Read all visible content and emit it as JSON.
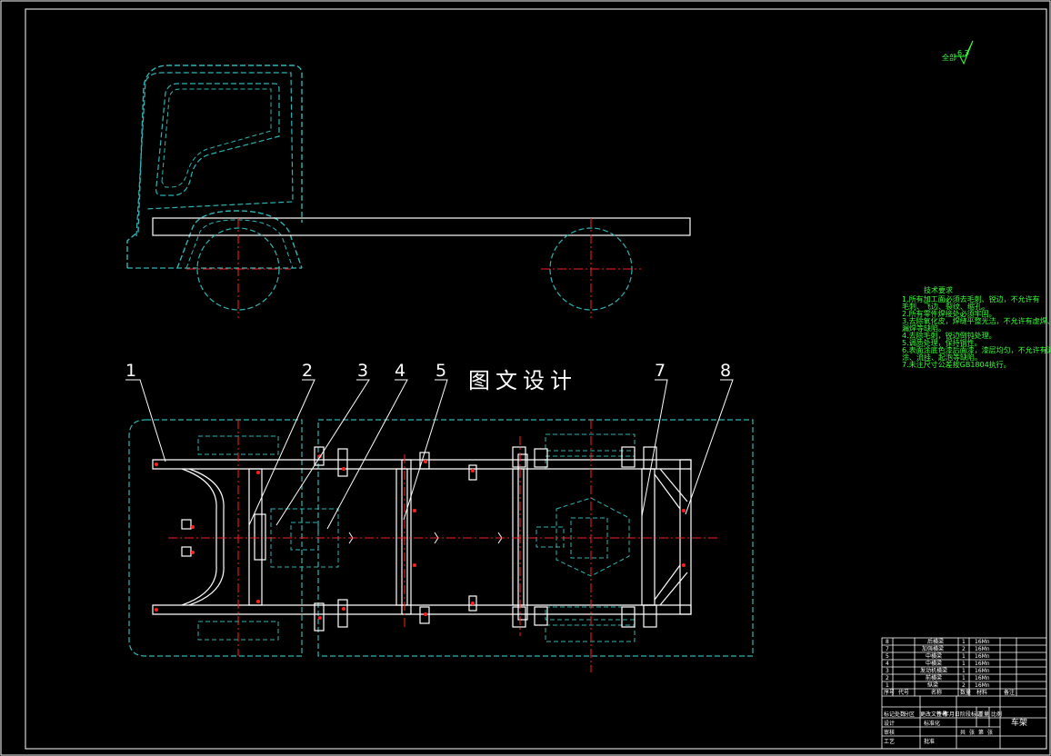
{
  "drawing": {
    "title_watermark": "图文设计",
    "balloons": [
      "1",
      "2",
      "3",
      "4",
      "5",
      "7",
      "8"
    ],
    "roughness_note": {
      "prefix": "全部",
      "value": "6.3"
    },
    "technical_requirements": {
      "heading": "技术要求",
      "lines": [
        "1.所有加工面必须去毛刺、锐边，不允许有",
        "  毛刺、飞边、裂纹、缩孔。",
        "2.所有零件焊接处必须牢固。",
        "3.去除氧化皮，焊缝平整光洁，不允许有虚焊、",
        "  漏焊等缺陷。",
        "4.去除毛刺，锐边倒钝处理。",
        "5.调质处理，保持钢性。",
        "6.表面涂底色漆后面漆，漆层均匀，不允许有漏",
        "  涂、流挂、起泡等缺陷。",
        "7.未注尺寸公差按GB1804执行。"
      ]
    },
    "title_block": {
      "parts_rows": [
        {
          "no": "8",
          "name": "后横梁",
          "qty": "1",
          "material": "16Mn"
        },
        {
          "no": "7",
          "name": "加强横梁",
          "qty": "2",
          "material": "16Mn"
        },
        {
          "no": "5",
          "name": "中横梁",
          "qty": "1",
          "material": "16Mn"
        },
        {
          "no": "4",
          "name": "中横梁",
          "qty": "1",
          "material": "16Mn"
        },
        {
          "no": "3",
          "name": "发动机横梁",
          "qty": "1",
          "material": "16Mn"
        },
        {
          "no": "2",
          "name": "前横梁",
          "qty": "1",
          "material": "16Mn"
        },
        {
          "no": "1",
          "name": "纵梁",
          "qty": "2",
          "material": "16Mn"
        }
      ],
      "header": [
        "序号",
        "代号",
        "名称",
        "数量",
        "材料",
        "备注"
      ],
      "drawing_name": "车架",
      "labels": [
        "标记",
        "处数",
        "分区",
        "更改文件号",
        "签名",
        "年月日",
        "设计",
        "审核",
        "工艺",
        "批准",
        "标准化",
        "阶段标记",
        "重量",
        "比例",
        "共",
        "张",
        "第",
        "张"
      ]
    }
  }
}
